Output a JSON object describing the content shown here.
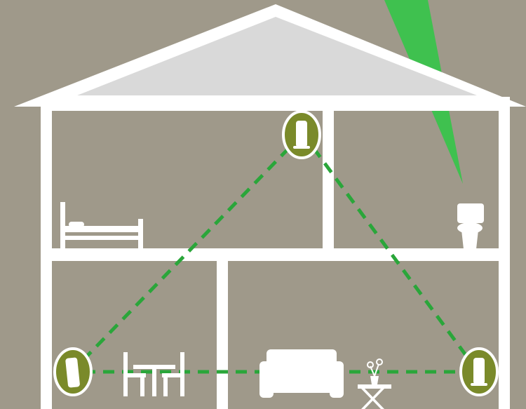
{
  "colors": {
    "background": "#9f998a",
    "wall": "#ffffff",
    "roof_fill": "#d9d9d9",
    "node_fill": "#7a8a2a",
    "mesh_link": "#2aa63a",
    "signal_beam": "#3fc14f"
  },
  "nodes": [
    {
      "id": "node-upstairs",
      "room": "upstairs-hall"
    },
    {
      "id": "node-dining",
      "room": "dining-room"
    },
    {
      "id": "node-living",
      "room": "living-room"
    }
  ],
  "links": [
    {
      "from": "node-upstairs",
      "to": "node-dining",
      "style": "dashed"
    },
    {
      "from": "node-upstairs",
      "to": "node-living",
      "style": "dashed"
    },
    {
      "from": "node-dining",
      "to": "node-living",
      "style": "dashed"
    }
  ],
  "rooms": [
    {
      "id": "bedroom",
      "icon": "bed-icon"
    },
    {
      "id": "bathroom",
      "icon": "toilet-icon"
    },
    {
      "id": "dining-room",
      "icon": "dining-table-icon"
    },
    {
      "id": "living-room",
      "icon": "sofa-icon"
    }
  ]
}
